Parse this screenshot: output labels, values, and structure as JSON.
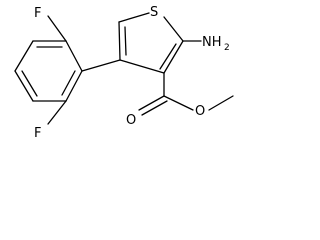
{
  "molecule": {
    "atoms": {
      "sulfur": "S",
      "amine": "NH",
      "amine_subscript": "2",
      "fluorine_top": "F",
      "fluorine_bottom": "F",
      "carbonyl_oxygen": "O",
      "ester_oxygen": "O"
    },
    "colors": {
      "bond": "#000000",
      "text": "#000000",
      "background": "#ffffff"
    }
  }
}
